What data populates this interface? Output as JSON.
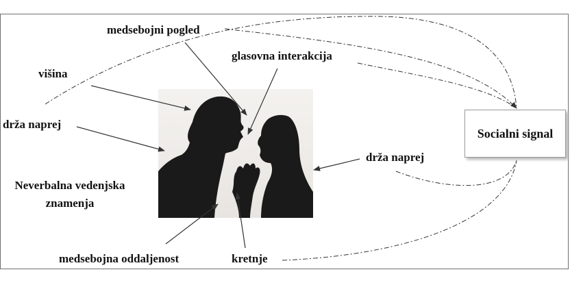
{
  "labels": {
    "mutual_gaze": "medsebojni pogled",
    "voice_interaction": "glasovna interakcija",
    "height": "višina",
    "posture_left": "drža naprej",
    "posture_right": "drža naprej",
    "nonverbal_cues": "Neverbalna vedenjska znamenja",
    "mutual_distance": "medsebojna oddaljenost",
    "gestures": "kretnje",
    "social_signal": "Socialni signal"
  },
  "colors": {
    "silhouette": "#1a1a1a",
    "arrow": "#333333",
    "photo_background": "#eeebe8"
  }
}
